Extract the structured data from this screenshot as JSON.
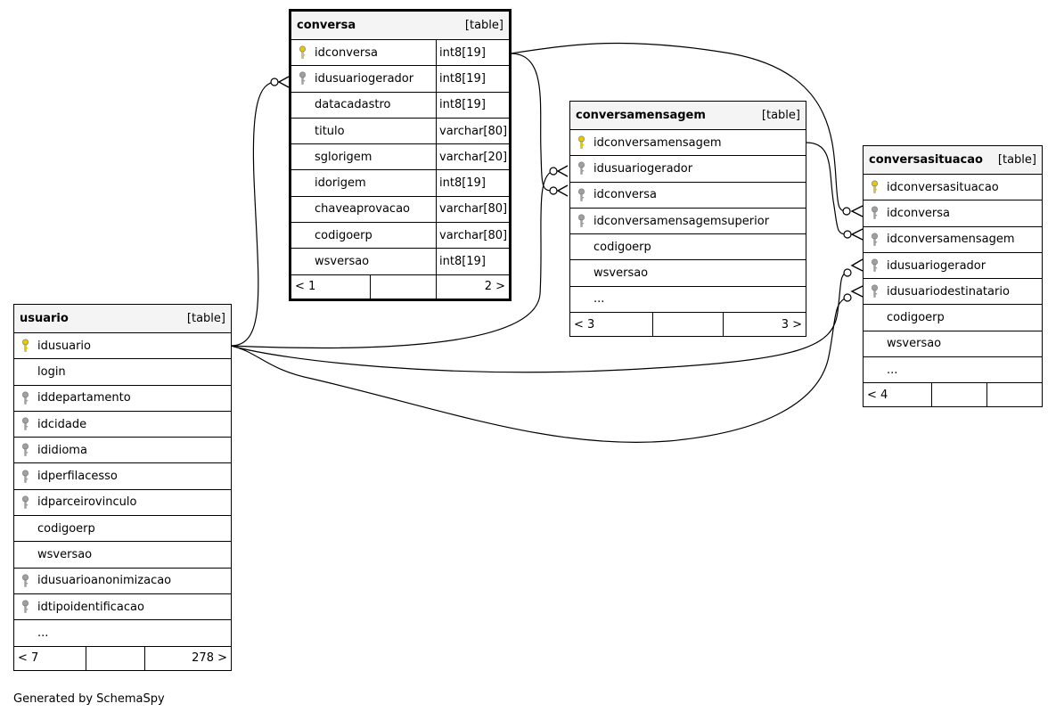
{
  "tables": {
    "conversa": {
      "name": "conversa",
      "type": "[table]",
      "columns": [
        {
          "name": "idconversa",
          "type": "int8[19]",
          "key": "primary"
        },
        {
          "name": "idusuariogerador",
          "type": "int8[19]",
          "key": "foreign"
        },
        {
          "name": "datacadastro",
          "type": "int8[19]",
          "key": ""
        },
        {
          "name": "titulo",
          "type": "varchar[80]",
          "key": ""
        },
        {
          "name": "sglorigem",
          "type": "varchar[20]",
          "key": ""
        },
        {
          "name": "idorigem",
          "type": "int8[19]",
          "key": ""
        },
        {
          "name": "chaveaprovacao",
          "type": "varchar[80]",
          "key": ""
        },
        {
          "name": "codigoerp",
          "type": "varchar[80]",
          "key": ""
        },
        {
          "name": "wsversao",
          "type": "int8[19]",
          "key": ""
        }
      ],
      "footer": {
        "parents": "< 1",
        "middle": "",
        "children": "2 >"
      }
    },
    "conversamensagem": {
      "name": "conversamensagem",
      "type": "[table]",
      "columns": [
        {
          "name": "idconversamensagem",
          "key": "primary"
        },
        {
          "name": "idusuariogerador",
          "key": "foreign"
        },
        {
          "name": "idconversa",
          "key": "foreign"
        },
        {
          "name": "idconversamensagemsuperior",
          "key": "foreign"
        },
        {
          "name": "codigoerp",
          "key": ""
        },
        {
          "name": "wsversao",
          "key": ""
        },
        {
          "name": "...",
          "key": ""
        }
      ],
      "footer": {
        "parents": "< 3",
        "middle": "",
        "children": "3 >"
      }
    },
    "conversasituacao": {
      "name": "conversasituacao",
      "type": "[table]",
      "columns": [
        {
          "name": "idconversasituacao",
          "key": "primary"
        },
        {
          "name": "idconversa",
          "key": "foreign"
        },
        {
          "name": "idconversamensagem",
          "key": "foreign"
        },
        {
          "name": "idusuariogerador",
          "key": "foreign"
        },
        {
          "name": "idusuariodestinatario",
          "key": "foreign"
        },
        {
          "name": "codigoerp",
          "key": ""
        },
        {
          "name": "wsversao",
          "key": ""
        },
        {
          "name": "...",
          "key": ""
        }
      ],
      "footer": {
        "parents": "< 4",
        "middle": "",
        "children": ""
      }
    },
    "usuario": {
      "name": "usuario",
      "type": "[table]",
      "columns": [
        {
          "name": "idusuario",
          "key": "primary"
        },
        {
          "name": "login",
          "key": ""
        },
        {
          "name": "iddepartamento",
          "key": "foreign"
        },
        {
          "name": "idcidade",
          "key": "foreign"
        },
        {
          "name": "ididioma",
          "key": "foreign"
        },
        {
          "name": "idperfilacesso",
          "key": "foreign"
        },
        {
          "name": "idparceirovinculo",
          "key": "foreign"
        },
        {
          "name": "codigoerp",
          "key": ""
        },
        {
          "name": "wsversao",
          "key": ""
        },
        {
          "name": "idusuarioanonimizacao",
          "key": "foreign"
        },
        {
          "name": "idtipoidentificacao",
          "key": "foreign"
        },
        {
          "name": "...",
          "key": ""
        }
      ],
      "footer": {
        "parents": "< 7",
        "middle": "",
        "children": "278 >"
      }
    }
  },
  "colors": {
    "primary_key": "#e8c800",
    "foreign_key": "#a0a0a0",
    "header_bg": "#f4f4f4"
  },
  "caption": "Generated by SchemaSpy"
}
